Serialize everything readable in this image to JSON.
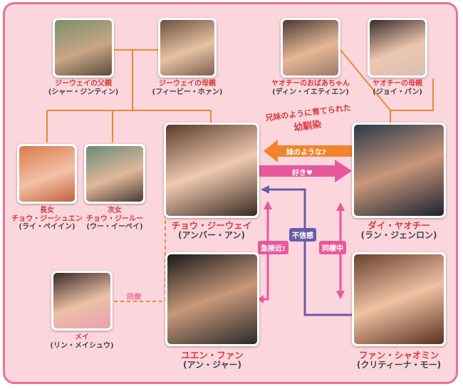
{
  "people": {
    "father": {
      "role": "ジーウェイの父親",
      "actor": "(シャー・ジンティン)"
    },
    "mother": {
      "role": "ジーウェイの母親",
      "actor": "(フィービー・ホァン)"
    },
    "grandma": {
      "role": "ヤオチーのおばあちゃん",
      "actor": "(ディン・イエティエン)"
    },
    "yao_mother": {
      "role": "ヤオチーの母親",
      "actor": "(ジョイ・パン)"
    },
    "eldest": {
      "role": "長女",
      "name": "チョウ・ジーシュエン",
      "actor": "(ライ・ペイイン)"
    },
    "second": {
      "role": "次女",
      "name": "チョウ・ジールー",
      "actor": "(ウー・イーペイ)"
    },
    "zhiwei": {
      "name": "チョウ・ジーウェイ",
      "actor": "(アンバー・アン)"
    },
    "yaochi": {
      "name": "ダイ・ヤオチー",
      "actor": "(ラン・ジェンロン)"
    },
    "mei": {
      "name": "メイ",
      "actor": "(リン・メイシュウ)"
    },
    "yuan": {
      "name": "ユエン・ファン",
      "actor": "(アン・ジャー)"
    },
    "fang": {
      "name": "ファン・シャオミン",
      "actor": "(クリティーナ・モー)"
    }
  },
  "relations": {
    "childhood": {
      "line1": "兄妹のように育てられた",
      "line2": "幼馴染"
    },
    "like_sister": "妹のような?",
    "love": "好き♥",
    "approach": "急接近!",
    "distrust": "不信感",
    "living_together": "同棲中",
    "coworker": "同僚"
  },
  "colors": {
    "frame": "#e8739b",
    "background": "#fcd6dd",
    "family_line": "#f0852e",
    "love_arrow": "#e8589c",
    "distrust_line": "#6a5ca8",
    "caption": "#d63a3a"
  }
}
